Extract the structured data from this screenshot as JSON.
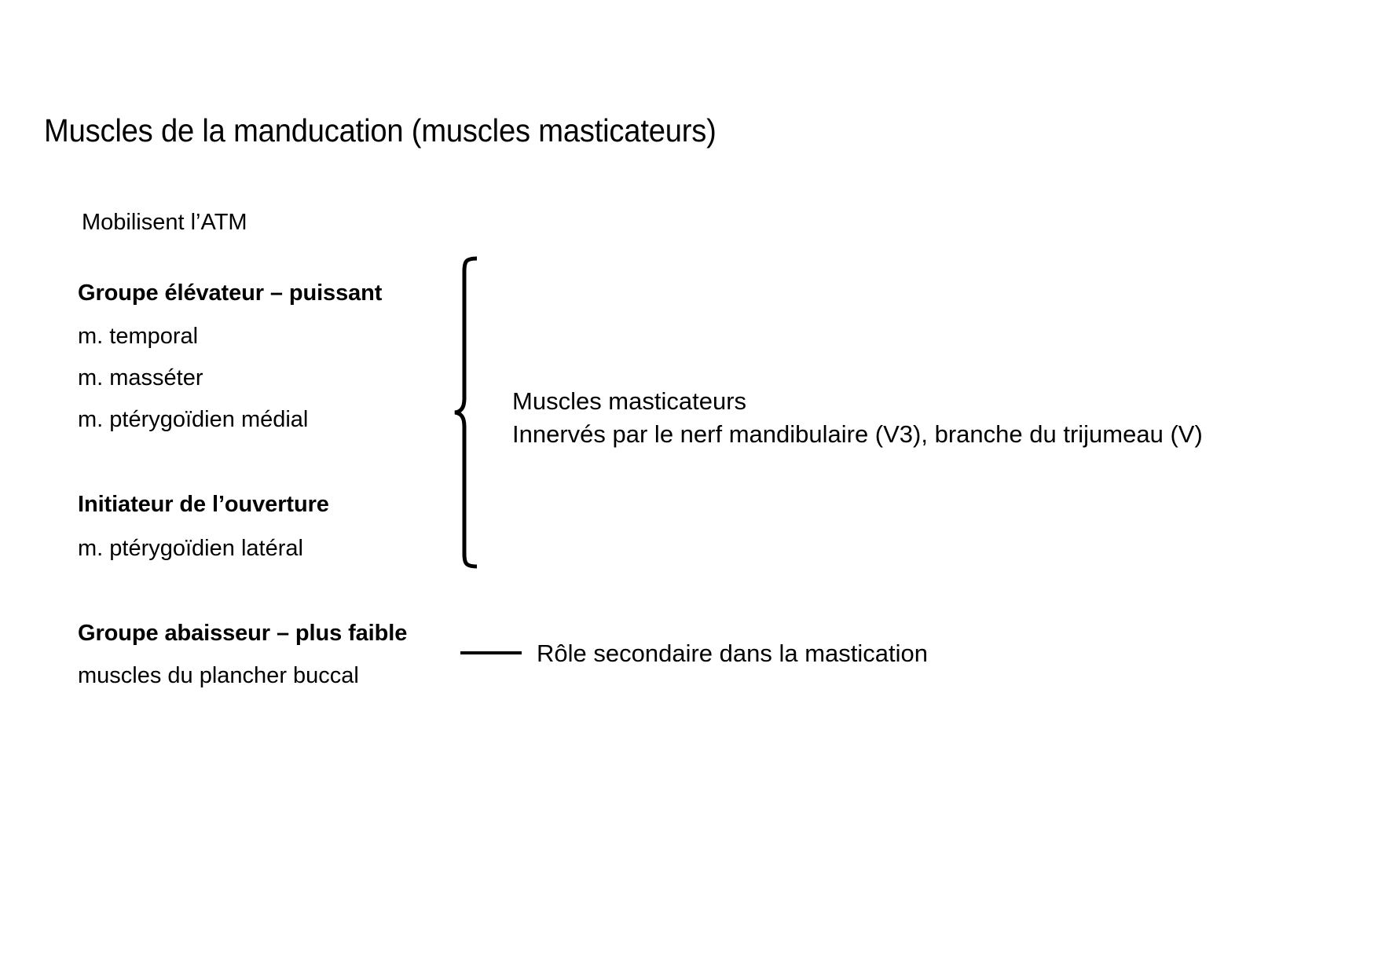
{
  "slide": {
    "title": "Muscles de la manducation (muscles masticateurs)",
    "lead": "Mobilisent l’ATM",
    "groups": [
      {
        "heading": "Groupe élévateur – puissant",
        "items": [
          "m. temporal",
          "m. masséter",
          "m. ptérygoïdien médial"
        ]
      },
      {
        "heading": "Initiateur de l’ouverture",
        "items": [
          "m. ptérygoïdien latéral"
        ]
      },
      {
        "heading": "Groupe abaisseur – plus faible",
        "items": [
          "muscles du plancher buccal"
        ]
      }
    ],
    "brace_note": {
      "line1": "Muscles masticateurs",
      "line2": "Innervés par le nerf mandibulaire (V3), branche du trijumeau (V)"
    },
    "bottom_note": "Rôle secondaire dans la mastication",
    "colors": {
      "background": "#ffffff",
      "text": "#000000",
      "rule": "#000000"
    }
  }
}
